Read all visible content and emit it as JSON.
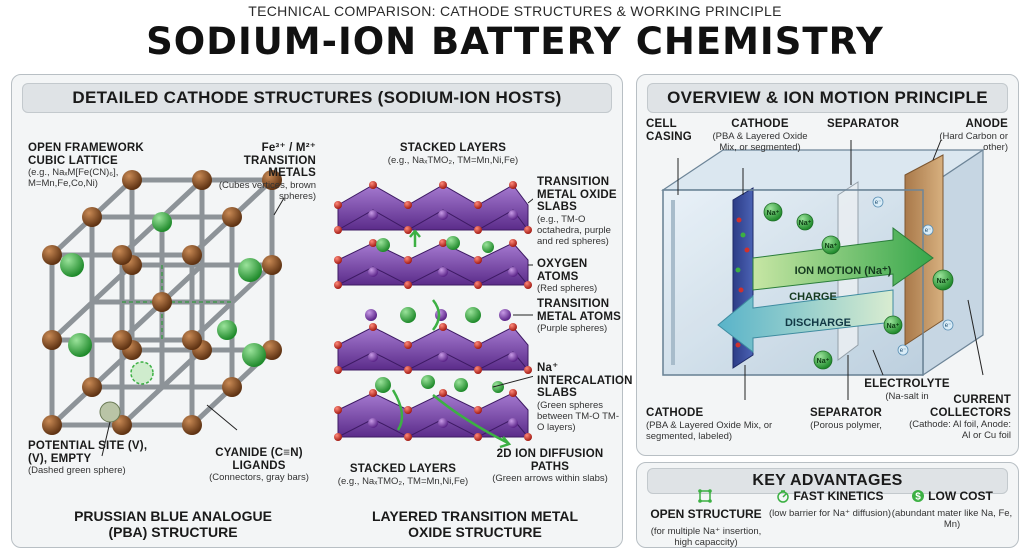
{
  "header": {
    "subtitle": "TECHNICAL COMPARISON: CATHODE STRUCTURES & WORKING PRINCIPLE",
    "title": "SODIUM-ION BATTERY CHEMISTRY"
  },
  "left_panel": {
    "title": "DETAILED CATHODE STRUCTURES (SODIUM-ION HOSTS)",
    "pba": {
      "framework_title": "OPEN FRAMEWORK CUBIC LATTICE",
      "framework_desc": "(e.g., NaₓM[Fe(CN)₆], M=Mn,Fe,Co,Ni)",
      "tm_title_1": "Fe³⁺ / M²⁺",
      "tm_title_2": "TRANSITION METALS",
      "tm_desc": "(Cubes vertices, brown spheres)",
      "site_title": "POTENTIAL SITE (V), (V), EMPTY",
      "site_desc": "(Dashed green sphere)",
      "cyanide_title": "CYANIDE (C≡N) LIGANDS",
      "cyanide_desc": "(Connectors, gray bars)",
      "name": "PRUSSIAN BLUE ANALOGUE (PBA) STRUCTURE"
    },
    "layered": {
      "stacked_top_title": "STACKED LAYERS",
      "stacked_top_desc": "(e.g., NaₓTMO₂, TM=Mn,Ni,Fe)",
      "slabs_title": "TRANSITION METAL OXIDE SLABS",
      "slabs_desc": "(e.g., TM-O octahedra, purple and red spheres)",
      "oxygen_title": "OXYGEN ATOMS",
      "oxygen_desc": "(Red spheres)",
      "tm_atoms_title": "TRANSITION METAL ATOMS",
      "tm_atoms_desc": "(Purple spheres)",
      "na_title": "Na⁺ INTERCALATION SLABS",
      "na_desc": "(Green spheres between TM-O TM-O layers)",
      "diffusion_title": "2D ION DIFFUSION PATHS",
      "diffusion_desc": "(Green arrows within slabs)",
      "stacked_bottom_title": "STACKED LAYERS",
      "stacked_bottom_desc": "(e.g., NaₓTMO₂, TM=Mn,Ni,Fe)",
      "name": "LAYERED TRANSITION METAL OXIDE STRUCTURE"
    }
  },
  "right_panel": {
    "title": "OVERVIEW & ION MOTION PRINCIPLE",
    "cell_casing": "CELL CASING",
    "cathode_top_title": "CATHODE",
    "cathode_top_desc": "(PBA & Layered Oxide Mix, or segmented)",
    "separator_top": "SEPARATOR",
    "anode_title": "ANODE",
    "anode_desc": "(Hard Carbon or other)",
    "ion_motion": "ION MOTION (Na⁺)",
    "charge": "CHARGE",
    "discharge": "DISCHARGE",
    "na_ion": "Na⁺",
    "electron": "e⁻",
    "cathode_bottom_title": "CATHODE",
    "cathode_bottom_desc": "(PBA & Layered Oxide Mix, or segmented, labeled)",
    "separator_bottom_title": "SEPARATOR",
    "separator_bottom_desc": "(Porous polymer,",
    "electrolyte_title": "ELECTROLYTE",
    "electrolyte_desc": "(Na-salt in",
    "collectors_title": "CURRENT COLLECTORS",
    "collectors_desc": "(Cathode: Al foil, Anode: Al or Cu foil"
  },
  "advantages": {
    "title": "KEY ADVANTAGES",
    "items": [
      {
        "icon": "open-structure-icon",
        "title": "OPEN STRUCTURE",
        "desc": "(for multiple Na⁺ insertion, high capaccity)"
      },
      {
        "icon": "fast-kinetics-icon",
        "title": "FAST KINETICS",
        "desc": "(low barrier for Na⁺ diffusion)"
      },
      {
        "icon": "dollar-icon",
        "title": "LOW COST",
        "desc": "(abundant mater like Na, Fe, Mn)"
      }
    ]
  },
  "colors": {
    "tm_brown": "#8a4f22",
    "na_green": "#3cb043",
    "oxygen_red": "#d0312d",
    "octahedron_purple": "#7b3fa8",
    "cathode_blue": "#3a4f9c",
    "anode_tan": "#c49868"
  }
}
